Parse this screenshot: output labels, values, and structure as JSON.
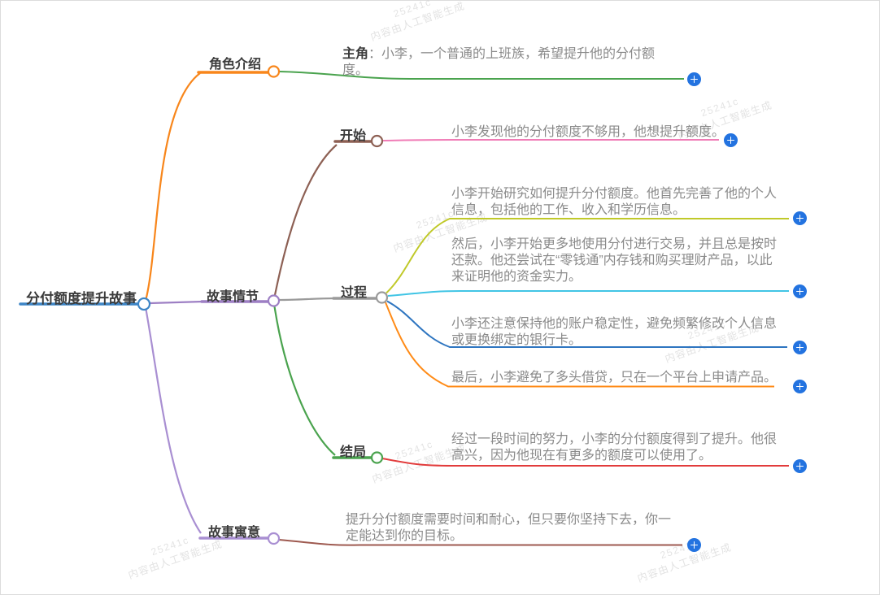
{
  "root": {
    "label": "分付额度提升故事"
  },
  "role": {
    "label": "角色介绍",
    "leaf": {
      "bold": "主角",
      "text": "：小李，一个普通的上班族，希望提升他的分付额度。"
    }
  },
  "plot": {
    "label": "故事情节",
    "start": {
      "label": "开始",
      "leaf": "小李发现他的分付额度不够用，他想提升额度。"
    },
    "process": {
      "label": "过程",
      "leaves": [
        "小李开始研究如何提升分付额度。他首先完善了他的个人信息，包括他的工作、收入和学历信息。",
        "然后，小李开始更多地使用分付进行交易，并且总是按时还款。他还尝试在“零钱通”内存钱和购买理财产品，以此来证明他的资金实力。",
        "小李还注意保持他的账户稳定性，避免频繁修改个人信息或更换绑定的银行卡。",
        "最后，小李避免了多头借贷，只在一个平台上申请产品。"
      ]
    },
    "end": {
      "label": "结局",
      "leaf": "经过一段时间的努力，小李的分付额度得到了提升。他很高兴，因为他现在有更多的额度可以使用了。"
    }
  },
  "moral": {
    "label": "故事寓意",
    "leaf": "提升分付额度需要时间和耐心，但只要你坚持下去，你一定能达到你的目标。"
  },
  "watermark": {
    "code": "25241c",
    "text": "内容由人工智能生成"
  },
  "icons": {
    "plus": "+"
  },
  "colors": {
    "root_blue": "#3d85c6",
    "role_orange": "#f8861b",
    "role_leaf_green": "#4aa34e",
    "plot_purple": "#9d7fc4",
    "start_brown": "#8d6054",
    "start_leaf_pink": "#f07cb6",
    "process_gray": "#9a9a9a",
    "process_leaf_olive": "#c0c929",
    "process_leaf_cyan": "#41c5e5",
    "process_leaf_blue": "#2e75c0",
    "process_leaf_orange": "#ff8b17",
    "end_green": "#4aa34e",
    "end_leaf_red": "#e23c3c",
    "moral_purple": "#a98fd2",
    "moral_leaf_brown": "#9e5a50",
    "plus_button_blue": "#2373e0",
    "label_dark": "#3b3b3b",
    "leaf_gray": "#8a8a8a"
  }
}
